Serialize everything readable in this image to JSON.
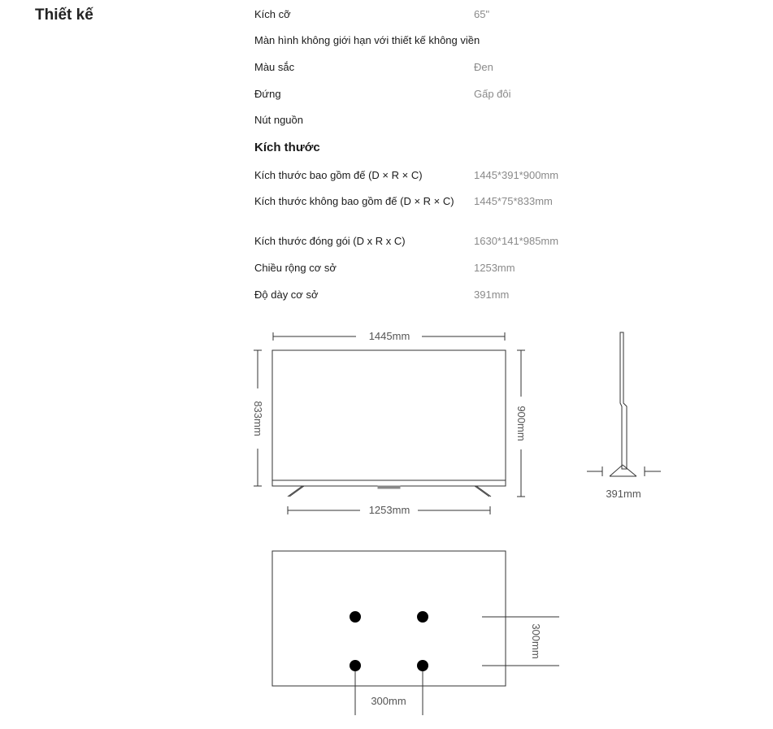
{
  "section": {
    "title": "Thiết kế"
  },
  "design_specs": [
    {
      "label": "Kích cỡ",
      "value": "65\""
    },
    {
      "label": "Màn hình không giới hạn với thiết kế không viền",
      "value": ""
    },
    {
      "label": "Màu sắc",
      "value": "Đen"
    },
    {
      "label": "Đứng",
      "value": "Gấp đôi"
    },
    {
      "label": "Nút nguồn",
      "value": ""
    }
  ],
  "dimensions": {
    "title": "Kích thước",
    "items": [
      {
        "label": "Kích thước bao gồm đế (D × R × C)",
        "value": "1445*391*900mm"
      },
      {
        "label": "Kích thước không bao gồm đế (D × R × C)",
        "value": "1445*75*833mm"
      },
      {
        "label": "Kích thước đóng gói (D x R x C)",
        "value": "1630*141*985mm"
      },
      {
        "label": "Chiều rộng cơ sở",
        "value": "1253mm"
      },
      {
        "label": "Độ dày cơ sở",
        "value": "391mm"
      }
    ]
  },
  "diagram": {
    "front_width": "1445mm",
    "front_height": "833mm",
    "total_height": "900mm",
    "stand_width": "1253mm",
    "side_depth": "391mm",
    "vesa_vertical": "300mm",
    "vesa_horizontal": "300mm"
  }
}
